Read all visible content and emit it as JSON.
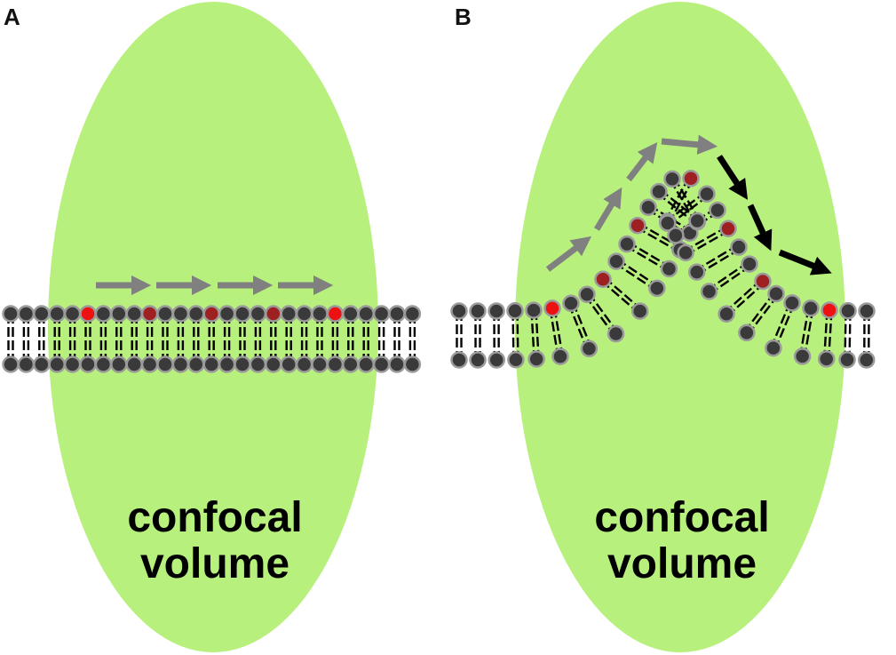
{
  "panels": [
    {
      "letter": "A",
      "label_line1": "confocal",
      "label_line2": "volume",
      "membrane": "flat",
      "arrow_style": "straight-gray"
    },
    {
      "letter": "B",
      "label_line1": "confocal",
      "label_line2": "volume",
      "membrane": "curved",
      "arrow_style": "gray-then-black"
    }
  ],
  "colors": {
    "confocal_volume": "#b8f07e",
    "lipid_head": "#3a3a3a",
    "lipid_head_outline": "#9a9a9a",
    "labeled_lipid": "#ee1111",
    "labeled_lipid_faded": "#9e2020",
    "arrow_gray": "#808080",
    "arrow_black": "#000000"
  }
}
